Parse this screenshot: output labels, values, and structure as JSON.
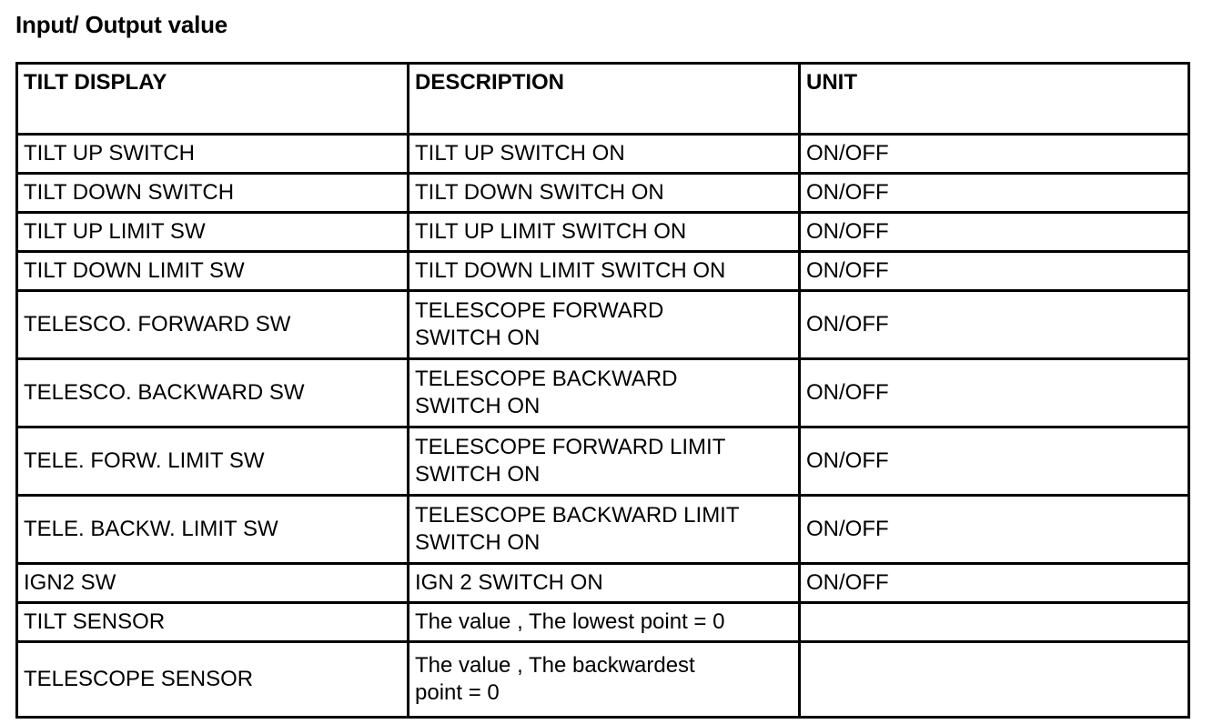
{
  "page": {
    "title": "Input/ Output value"
  },
  "table": {
    "columns": [
      "TILT DISPLAY",
      "DESCRIPTION",
      "UNIT"
    ],
    "rows": [
      {
        "display": "TILT UP SWITCH",
        "description_line1": "TILT UP SWITCH ON",
        "description_line2": "",
        "unit": "ON/OFF"
      },
      {
        "display": "TILT DOWN SWITCH",
        "description_line1": "TILT DOWN SWITCH ON",
        "description_line2": "",
        "unit": "ON/OFF"
      },
      {
        "display": "TILT UP LIMIT SW",
        "description_line1": "TILT UP LIMIT SWITCH ON",
        "description_line2": "",
        "unit": "ON/OFF"
      },
      {
        "display": "TILT DOWN LIMIT SW",
        "description_line1": "TILT DOWN LIMIT SWITCH ON",
        "description_line2": "",
        "unit": "ON/OFF"
      },
      {
        "display": "TELESCO. FORWARD SW",
        "description_line1": "TELESCOPE FORWARD",
        "description_line2": "SWITCH ON",
        "unit": "ON/OFF"
      },
      {
        "display": "TELESCO. BACKWARD SW",
        "description_line1": "TELESCOPE BACKWARD",
        "description_line2": "SWITCH ON",
        "unit": "ON/OFF"
      },
      {
        "display": "TELE. FORW. LIMIT SW",
        "description_line1": "TELESCOPE FORWARD LIMIT",
        "description_line2": "SWITCH ON",
        "unit": "ON/OFF"
      },
      {
        "display": "TELE. BACKW. LIMIT SW",
        "description_line1": "TELESCOPE BACKWARD LIMIT",
        "description_line2": "SWITCH ON",
        "unit": "ON/OFF"
      },
      {
        "display": "IGN2 SW",
        "description_line1": "IGN 2 SWITCH ON",
        "description_line2": "",
        "unit": "ON/OFF"
      },
      {
        "display": "TILT SENSOR",
        "description_line1": "The value , The lowest point = 0",
        "description_line2": "",
        "unit": ""
      },
      {
        "display": "TELESCOPE SENSOR",
        "description_line1": "The value , The backwardest",
        "description_line2": "point = 0",
        "unit": ""
      }
    ]
  }
}
